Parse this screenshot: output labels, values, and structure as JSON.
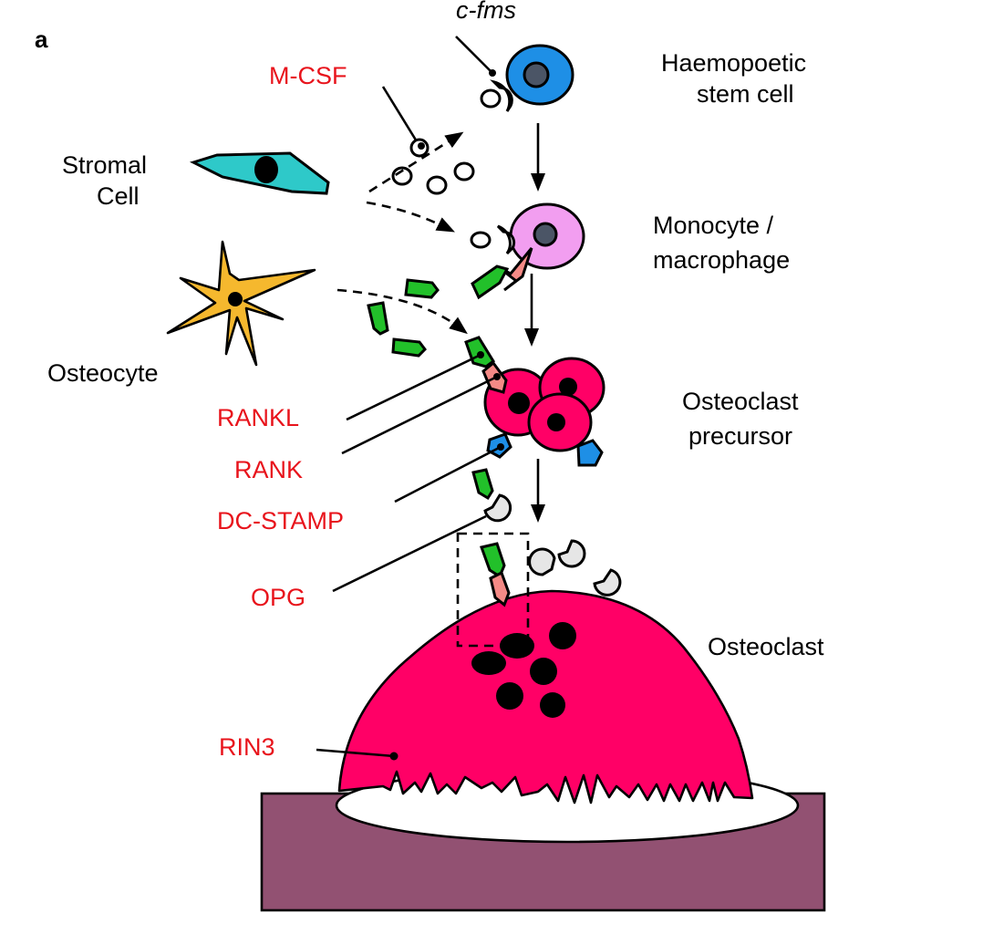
{
  "panel_label": "a",
  "labels": {
    "c_fms": "c-fms",
    "m_csf": "M-CSF",
    "stromal_line1": "Stromal",
    "stromal_line2": "Cell",
    "osteocyte": "Osteocyte",
    "hsc_line1": "Haemopoetic",
    "hsc_line2": "stem cell",
    "mono_line1": "Monocyte /",
    "mono_line2": "macrophage",
    "precursor_line1": "Osteoclast",
    "precursor_line2": "precursor",
    "osteoclast": "Osteoclast",
    "rankl": "RANKL",
    "rank": "RANK",
    "dc_stamp": "DC-STAMP",
    "opg": "OPG",
    "rin3": "RIN3"
  },
  "colors": {
    "hsc": "#1e8fe6",
    "nucleus_grey": "#4b5566",
    "monocyte": "#f29ef0",
    "osteoclast": "#ff0066",
    "stromal": "#2ec9c9",
    "osteocyte": "#f5b82e",
    "rankl": "#22c02a",
    "rank": "#f58a86",
    "dc_stamp": "#1e8fe6",
    "opg": "#e6e6e6",
    "bone": "#925172",
    "label_red": "#e8141c"
  }
}
